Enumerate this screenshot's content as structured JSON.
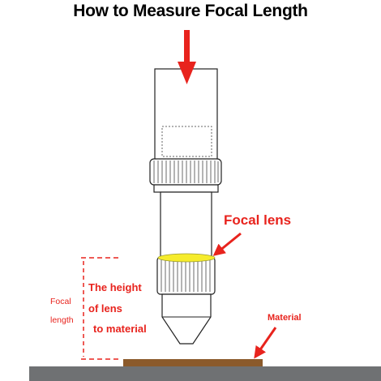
{
  "title": "How to Measure Focal Length",
  "labels": {
    "focal_lens": "Focal lens",
    "height_line1": "The height",
    "height_line2": "of lens",
    "height_line3": "to material",
    "focal_line1": "Focal",
    "focal_line2": "length",
    "material": "Material"
  },
  "colors": {
    "annotation_red": "#e8231d",
    "lens_yellow": "#f6ec2c",
    "material_brown": "#8b5a2b",
    "table_gray": "#6f7173",
    "outline": "#222222"
  },
  "icons": {
    "beam": "arrow-down-icon",
    "pointer": "arrow-icon"
  }
}
